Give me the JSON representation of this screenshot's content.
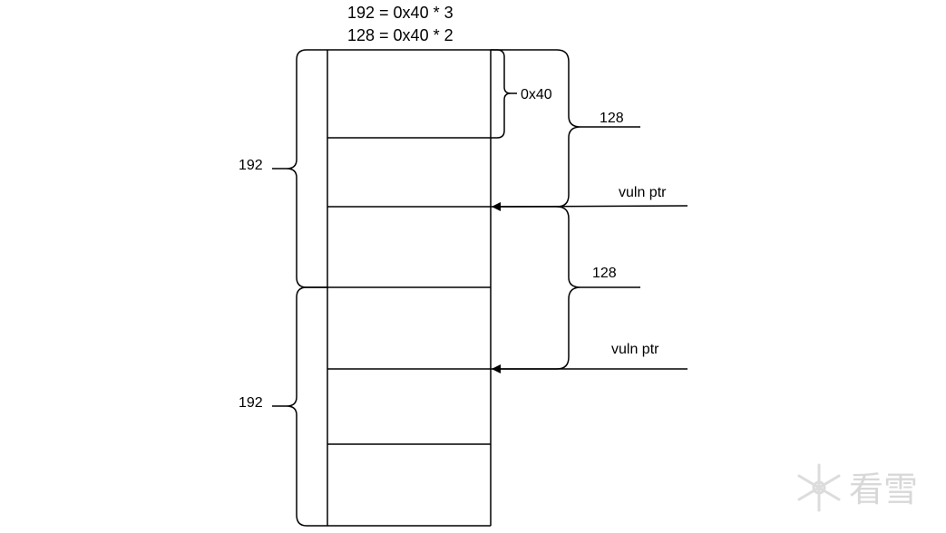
{
  "title_lines": [
    "192 = 0x40 * 3",
    "128 = 0x40 * 2"
  ],
  "labels": {
    "chunk_size_top": "192",
    "chunk_size_bottom": "192",
    "unit_size": "0x40",
    "offset_upper": "128",
    "offset_lower": "128",
    "vuln_ptr_upper": "vuln ptr",
    "vuln_ptr_lower": "vuln ptr"
  },
  "memory_slots": 6,
  "watermark": {
    "icon": "snowflake-icon",
    "text": "看雪"
  }
}
